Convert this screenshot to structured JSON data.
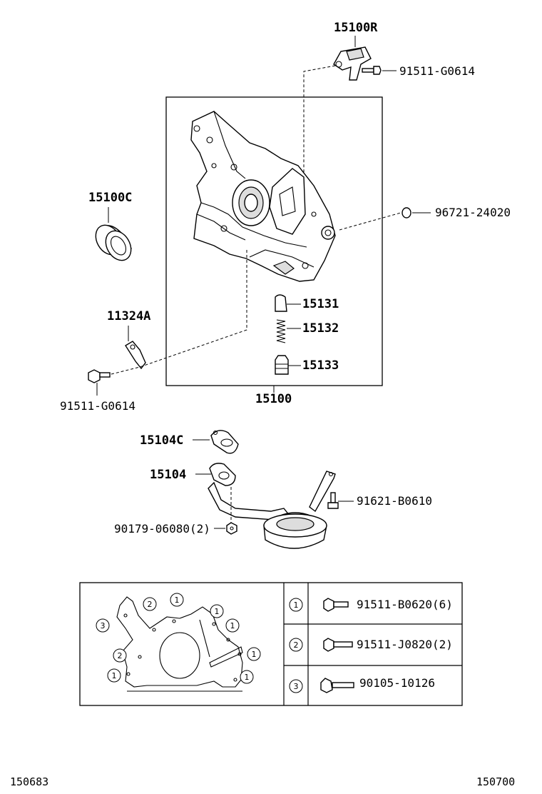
{
  "parts": {
    "p15100R": "15100R",
    "p91511_G0614_top": "91511-G0614",
    "p15100C": "15100C",
    "p96721_24020": "96721-24020",
    "p11324A": "11324A",
    "p15131": "15131",
    "p15132": "15132",
    "p15133": "15133",
    "p91511_G0614_bottom": "91511-G0614",
    "p15100": "15100",
    "p15104C": "15104C",
    "p15104": "15104",
    "p91621_B0610": "91621-B0610",
    "p90179_06080": "90179-06080(2)"
  },
  "bolt_table": {
    "rows": [
      {
        "ref": "1",
        "part": "91511-B0620(6)"
      },
      {
        "ref": "2",
        "part": "91511-J0820(2)"
      },
      {
        "ref": "3",
        "part": "90105-10126"
      }
    ]
  },
  "key_markers": {
    "m1": "1",
    "m2": "2",
    "m3": "3"
  },
  "footer": {
    "left_code": "150683",
    "right_code": "150700"
  }
}
